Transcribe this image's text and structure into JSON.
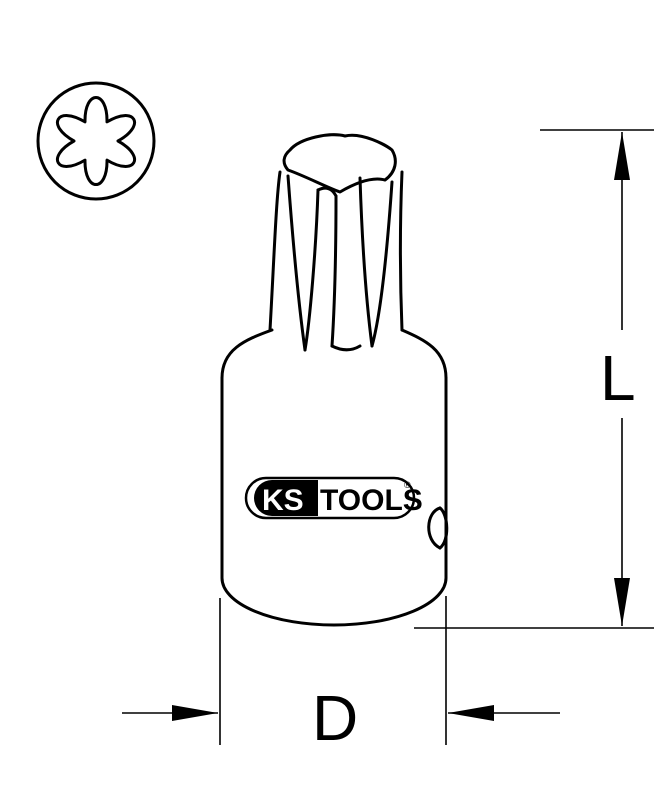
{
  "logo": {
    "brand_left": "KS",
    "brand_right": "TOOLS",
    "registered_mark": "®"
  },
  "dimensions": {
    "length_label": "L",
    "diameter_label": "D"
  },
  "colors": {
    "line": "#000000",
    "background": "#ffffff"
  },
  "icons": [
    "torx-profile-icon",
    "length-arrow-icon",
    "diameter-arrow-icon"
  ]
}
